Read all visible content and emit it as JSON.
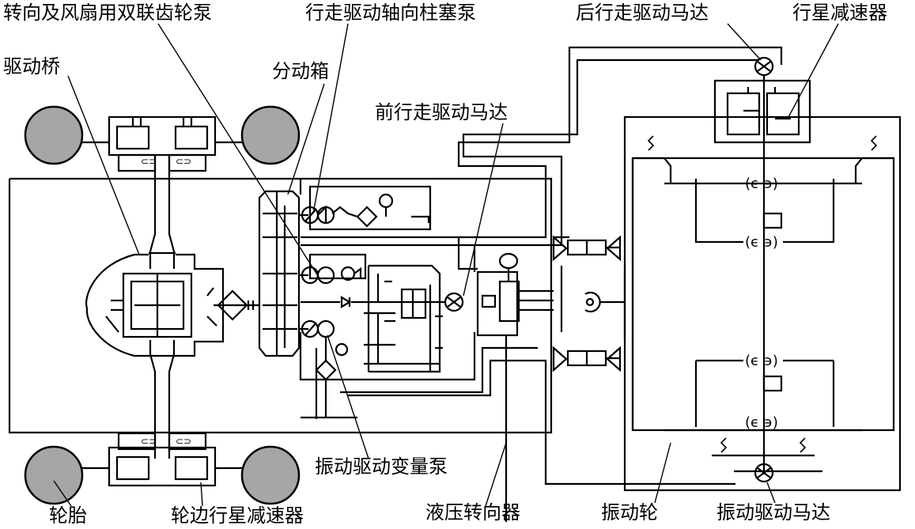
{
  "labels": {
    "pump_steer_fan": "转向及风扇用双联齿轮泵",
    "travel_pump": "行走驱动轴向柱塞泵",
    "rear_motor": "后行走驱动马达",
    "planetary_reducer": "行星减速器",
    "drive_axle": "驱动桥",
    "transfer_box": "分动箱",
    "front_motor": "前行走驱动马达",
    "vibration_pump": "振动驱动变量泵",
    "tire": "轮胎",
    "hub_reducer": "轮边行星减速器",
    "steering_unit": "液压转向器",
    "vibration_drum": "振动轮",
    "vibration_motor": "振动驱动马达"
  },
  "colors": {
    "line": "#000000",
    "tire_fill": "#a6a6a6",
    "background": "#ffffff"
  }
}
